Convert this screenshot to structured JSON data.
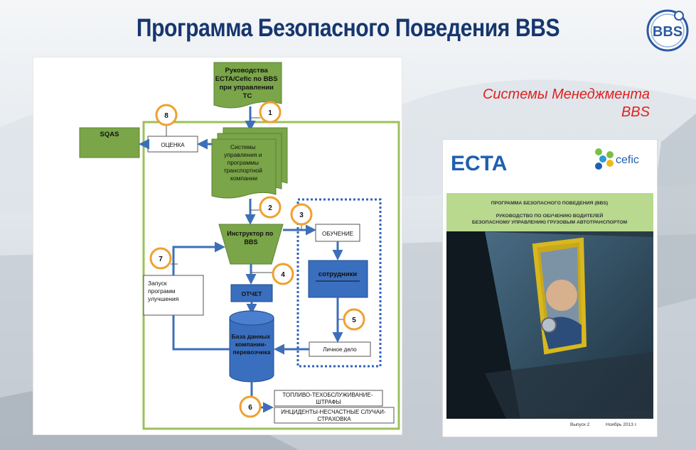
{
  "slide": {
    "title": "Программа Безопасного Поведения BBS",
    "subtitle_line1": "Системы Менеджмента",
    "subtitle_line2": "BBS",
    "logo_text": "BBS"
  },
  "flowchart": {
    "guidelines": [
      "Руководства",
      "ECTA/Cefic по BBS",
      "при управлении",
      "ТС"
    ],
    "sqas": "SQAS",
    "evaluation": "ОЦЕНКА",
    "systems": [
      "Системы",
      "управления и",
      "программы",
      "транспортной",
      "компании"
    ],
    "instructor": [
      "Инструктор по",
      "BBS"
    ],
    "training": "ОБУЧЕНИЕ",
    "employees": "сотрудники",
    "report": "ОТЧЕТ",
    "launch": [
      "Запуск",
      "программ",
      "улучшения"
    ],
    "database": [
      "База данных",
      "компании-",
      "перевозчика"
    ],
    "personal_file": "Личное дело",
    "fuel": [
      "ТОПЛИВО-ТЕХОБСЛУЖИВАНИЕ-",
      "ШТРАФЫ"
    ],
    "incidents": [
      "ИНЦИДЕНТЫ-НЕСЧАСТНЫЕ СЛУЧАИ-",
      "СТРАХОВКА"
    ],
    "steps": [
      "1",
      "2",
      "3",
      "4",
      "5",
      "6",
      "7",
      "8"
    ]
  },
  "cover": {
    "ecta": "ECTA",
    "cefic": "cefic",
    "program": "ПРОГРАММА БЕЗОПАСНОГО ПОВЕДЕНИЯ (BBS)",
    "guide_line1": "РУКОВОДСТВО ПО ОБУЧЕНИЮ ВОДИТЕЛЕЙ",
    "guide_line2": "БЕЗОПАСНОМУ УПРАВЛЕНИЮ ГРУЗОВЫМ АВТОТРАНСПОРТОМ",
    "issue": "Выпуск 2",
    "date": "Ноябрь 2013 г."
  },
  "colors": {
    "title": "#16366e",
    "subtitle": "#e02020",
    "green_fill": "#7aa548",
    "green_border": "#9cc05a",
    "blue_fill": "#3a6fbf",
    "arrow": "#3d6fb8",
    "circle": "#f0a030",
    "dotted": "#3163b8"
  }
}
